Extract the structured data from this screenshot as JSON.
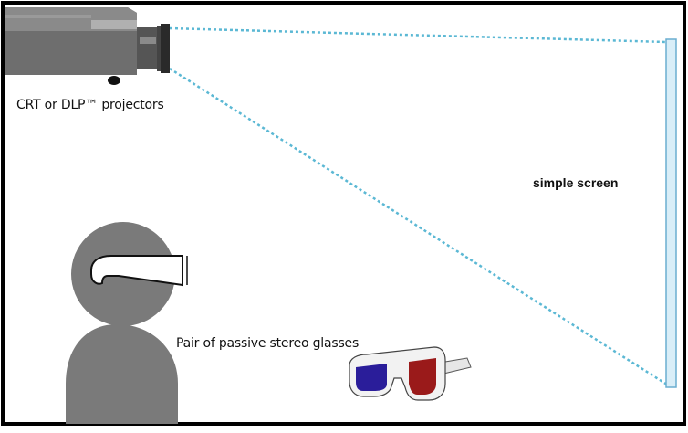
{
  "labels": {
    "projector": "CRT or DLP™ projectors",
    "screen": "simple screen",
    "glasses": "Pair of passive stereo glasses"
  },
  "colors": {
    "frame": "#000000",
    "body_gray": "#7a7a7a",
    "projector_dark": "#5a5a5a",
    "beam": "#5bb8d4",
    "screen_fill": "#d9eef8",
    "screen_stroke": "#6aaed0",
    "lens_blue": "#2a1d9a",
    "lens_red": "#9a1a1a"
  },
  "icons": {
    "projector": "projector-icon",
    "screen": "projection-screen",
    "viewer": "viewer-silhouette",
    "glasses": "3d-glasses-icon"
  }
}
